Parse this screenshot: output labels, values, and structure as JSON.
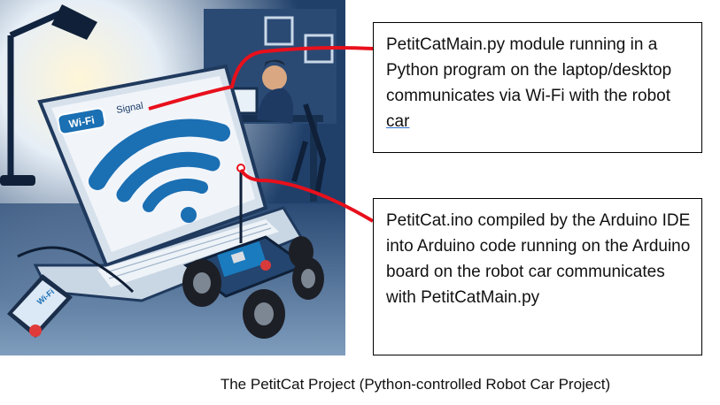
{
  "illustration": {
    "wifi_badge_text": "Wi-Fi",
    "signal_label": "Signal",
    "phone_text": "Wi-Fi"
  },
  "callouts": {
    "laptop": {
      "text_main": "PetitCatMain.py module running in a Python program on the laptop/desktop communicates via Wi-Fi with the robot ",
      "text_last_word": "car"
    },
    "robot": {
      "text": "PetitCat.ino compiled by the Arduino IDE into Arduino code running on the Arduino board on the robot car communicates with PetitCatMain.py"
    }
  },
  "caption": "The PetitCat Project (Python-controlled Robot Car Project)",
  "colors": {
    "connector": "#e8101c",
    "wifi_blue": "#1b6fb3",
    "scene_dark": "#1c3357",
    "scene_light": "#dfe9f3"
  }
}
